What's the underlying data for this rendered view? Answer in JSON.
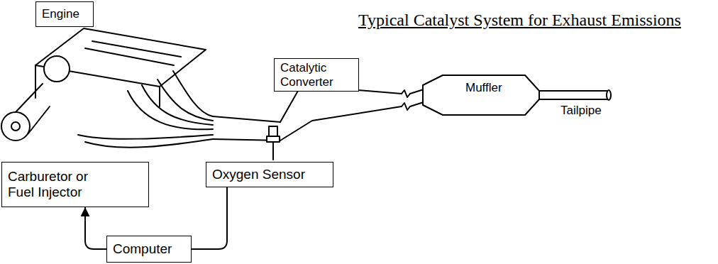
{
  "diagram": {
    "title": "Typical Catalyst System for Exhaust Emissions",
    "nodes": [
      {
        "text": [
          "Engine"
        ]
      },
      {
        "text": [
          "Catalytic Converter"
        ]
      },
      {
        "text": [
          "Muffler"
        ]
      },
      {
        "text": [
          "Carburetor or Fuel Injector"
        ]
      },
      {
        "text": [
          "Oxygen Sensor"
        ]
      },
      {
        "text": [
          "Computer"
        ]
      }
    ],
    "edges": [
      {
        "from": 4,
        "to": 5,
        "arrow": "none"
      },
      {
        "from": 5,
        "to": 3,
        "arrow": "to"
      }
    ],
    "labels": [
      "Tailpipe"
    ]
  }
}
